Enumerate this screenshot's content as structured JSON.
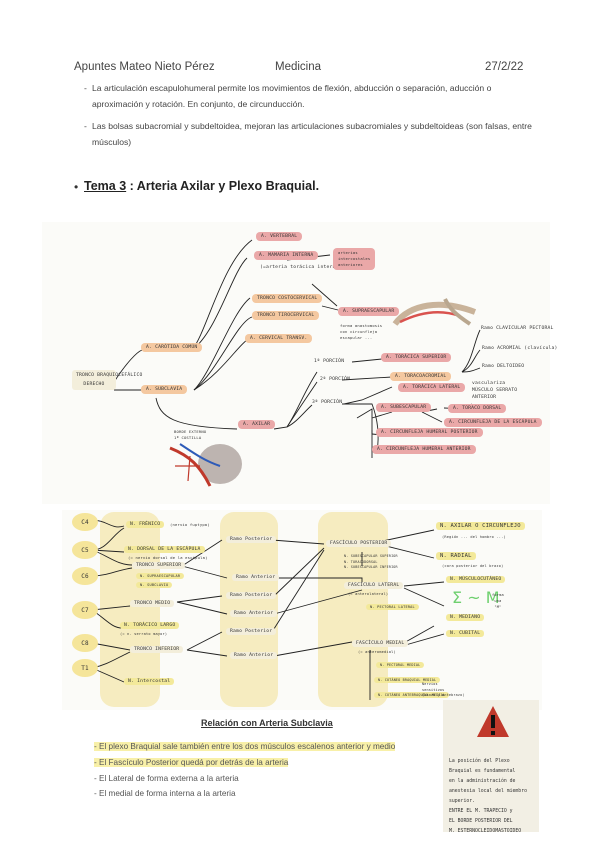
{
  "header": {
    "author": "Apuntes Mateo Nieto Pérez",
    "subject": "Medicina",
    "date": "27/2/22"
  },
  "bullets": [
    "La articulación escapulohumeral permite los movimientos de flexión, abducción o separación, aducción o aproximación y rotación. En conjunto, de circunducción.",
    "Las bolsas subacromial y subdeltoidea, mejoran las articulaciones subacromiales y subdeltoideas (son falsas, entre músculos)"
  ],
  "section_title": {
    "tema": "Tema 3",
    "rest": " : Arteria Axilar y Plexo Braquial."
  },
  "diagram1": {
    "root": [
      "TRONCO BRAQUIOCEFÁLICO",
      "DERECHO"
    ],
    "carotida": "A. CARÓTIDA COMÚN",
    "subclavia": "A. SUBCLAVIA",
    "vertebral": "A. VERTEBRAL",
    "mamaria": "A. MAMARIA INTERNA",
    "mamaria_sub": "(=arteria torácica interna)",
    "mamaria_note": [
      "arterias",
      "intercostales",
      "anteriores"
    ],
    "tronco_costocervical": "TRONCO COSTOCERVICAL",
    "tronco_tirocervical": "TRONCO TIROCERVICAL",
    "supraescapular": "A. SUPRAESCAPULAR",
    "escap_notes": [
      "forma anastomosis",
      "con circunfleja",
      "escapular ..."
    ],
    "cervical": "A. CERVICAL TRANSV.",
    "axilar": "A. AXILAR",
    "borde": [
      "BORDE EXTERNO",
      "1ª COSTILLA"
    ],
    "porciones": [
      "1ª PORCIÓN",
      "2ª PORCIÓN",
      "3ª PORCIÓN"
    ],
    "toracica_superior": "A. TORÁCICA SUPERIOR",
    "toracoacromial": "A. TORACOACROMIAL",
    "toracica_lateral": "A. TORÁCICA LATERAL",
    "ramas": [
      "Ramo CLAVICULAR PECTORAL",
      "Ramo ACROMIAL (clavícula)",
      "Ramo DELTOIDEO"
    ],
    "vasculariza": [
      "vasculariza",
      "MÚSCULO SERRATO",
      "ANTERIOR"
    ],
    "subescapular": "A. SUBESCAPULAR",
    "toracodorsal": "A. TORACO DORSAL",
    "circunfleja_escap": "A. CIRCUNFLEJA DE LA ESCÁPULA",
    "circunfleja_post": "A. CIRCUNFLEJA HUMERAL POSTERIOR",
    "circunfleja_ant": "A. CIRCUNFLEJA HUMERAL ANTERIOR"
  },
  "diagram2": {
    "roots": [
      "C4",
      "C5",
      "C6",
      "C7",
      "C8",
      "T1"
    ],
    "frenico": "N. FRÉNICO",
    "frenico_note": "(nervio fuptypa)",
    "dorsal": "N. DORSAL DE LA ESCÁPULA",
    "dorsal_sub": "(= nervio dorsal de la escápula)",
    "tronco_superior": "TRONCO SUPERIOR",
    "supraescapular": "N. SUPRAESCAPULAR",
    "subclavio": "N. SUBCLAVIO",
    "tronco_medio": "TRONCO MEDIO",
    "toracico_largo": "N. TORÁCICO LARGO",
    "toracico_sub": "(= n. serrato mayor)",
    "tronco_inferior": "TRONCO INFERIOR",
    "intercostal": "N. Intercostal",
    "ramo_posterior": "Ramo Posterior",
    "ramo_anterior": "Ramo Anterior",
    "fasciculo_posterior": "FASCÍCULO POSTERIOR",
    "fp_branches": [
      "N. SUBESCAPULAR SUPERIOR",
      "N. TORACODORSAL",
      "N. SUBESCAPULAR INFERIOR"
    ],
    "fasciculo_lateral": "FASCÍCULO LATERAL",
    "fl_sub": "(= anterolateral)",
    "pectoral_lateral": "N. PECTORAL LATERAL",
    "fasciculo_medial": "FASCÍCULO MEDIAL",
    "fm_sub": "(= anteromedial)",
    "fm_branches": [
      "N. PECTORAL MEDIAL",
      "N. CUTÁNEO BRAQUIAL MEDIAL",
      "N. CUTÁNEO ANTEBRAQUIAL MEDIAL"
    ],
    "fm_note": [
      "Nervios",
      "sensitivos",
      "(brazo y antebrazo)"
    ],
    "axilar": "N. AXILAR O CIRCUNFLEJO",
    "axilar_sub": "(Región ... del hombro ...)",
    "radial": "N. RADIAL",
    "radial_sub": "(cara posterior del brazo)",
    "musculocutaneo": "N. MÚSCULOCUTÁNEO",
    "mediano": "N. MEDIANO",
    "cubital": "N. CUBITAL",
    "sigma": "Σ ~ M",
    "forma_m": [
      "forma",
      "una",
      "\"M\""
    ]
  },
  "relacion": {
    "title": "Relación con Arteria Subclavia",
    "items": [
      "- El plexo Braquial sale también entre los dos músculos escalenos anterior y medio",
      "- El Fascículo Posterior quedá por detrás de la arteria",
      "- El Lateral de forma externa a la arteria",
      "- El medial de forma interna a la arteria"
    ]
  },
  "note": [
    "La posición del Plexo",
    "Braquial es fundamental",
    "en la administración de",
    "anestesia local del miembro",
    "superior.",
    "ENTRE EL M. TRAPECIO y",
    "EL BORDE POSTERIOR DEL",
    "M. ESTERNOCLEIDOMASTOIDEO"
  ],
  "colors": {
    "artery_pink": "#eaa8a8",
    "artery_orange": "#f4c8a0",
    "nerve_yellow": "#f3e99a",
    "warning_red": "#c0392b"
  }
}
